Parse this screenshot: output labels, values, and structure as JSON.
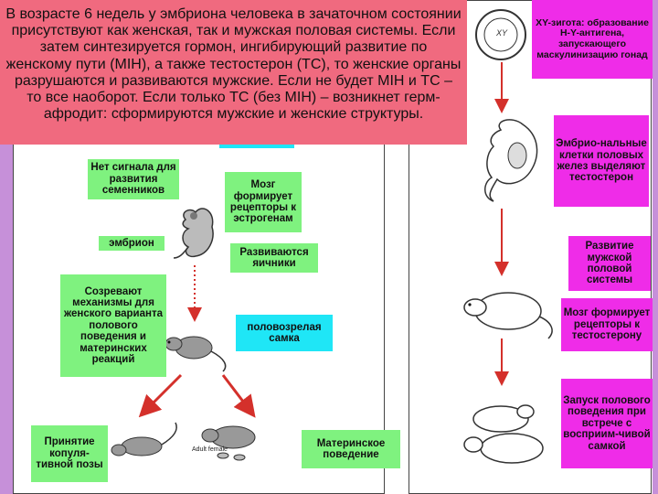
{
  "intro": {
    "text": "В возрасте 6 недель у эмбриона человека в зачаточном состоянии присутствуют как женская, так и мужская половая системы. Если затем синтезируется гормон, ингибирующий развитие по женскому пути (MIH), а также тестостерон (ТС), то женские органы разрушаются и развиваются мужские. Если не будет MIH и ТС – то все наоборот. Если только ТС (без MIH) – возникнет герм-афродит: сформируются мужские и женские структуры."
  },
  "female": {
    "no_signal": "Нет сигнала для развития семенников",
    "brain_estrogen": "Мозг формирует рецепторы к эстрогенам",
    "embryo": "эмбрион",
    "ovaries": "Развиваются яичники",
    "mechanisms": "Созревают механизмы для женского варианта полового поведения и материнских реакций",
    "mature_female": "половозрелая самка",
    "copulatory_pose": "Принятие копуля-тивной позы",
    "maternal_behavior": "Материнское поведение",
    "adult_caption": "Adult female"
  },
  "male": {
    "zygote": "XY-зигота: образование H-Y-антигена, запускающего маскулинизацию гонад",
    "zygote_label": "XY",
    "embryo_cells": "Эмбрио-нальные клетки половых желез выделяют тестостерон",
    "male_system": "Развитие мужской половой системы",
    "brain_testosterone": "Мозг формирует рецепторы к тестостерону",
    "behavior_launch": "Запуск полового поведения при встрече с восприим-чивой самкой"
  },
  "colors": {
    "intro": "#f06a7f",
    "green": "#7ff27f",
    "cyan": "#1fe6f6",
    "magenta": "#ef2ce8",
    "arrow": "#d4302b",
    "strip": "#c690d9"
  }
}
